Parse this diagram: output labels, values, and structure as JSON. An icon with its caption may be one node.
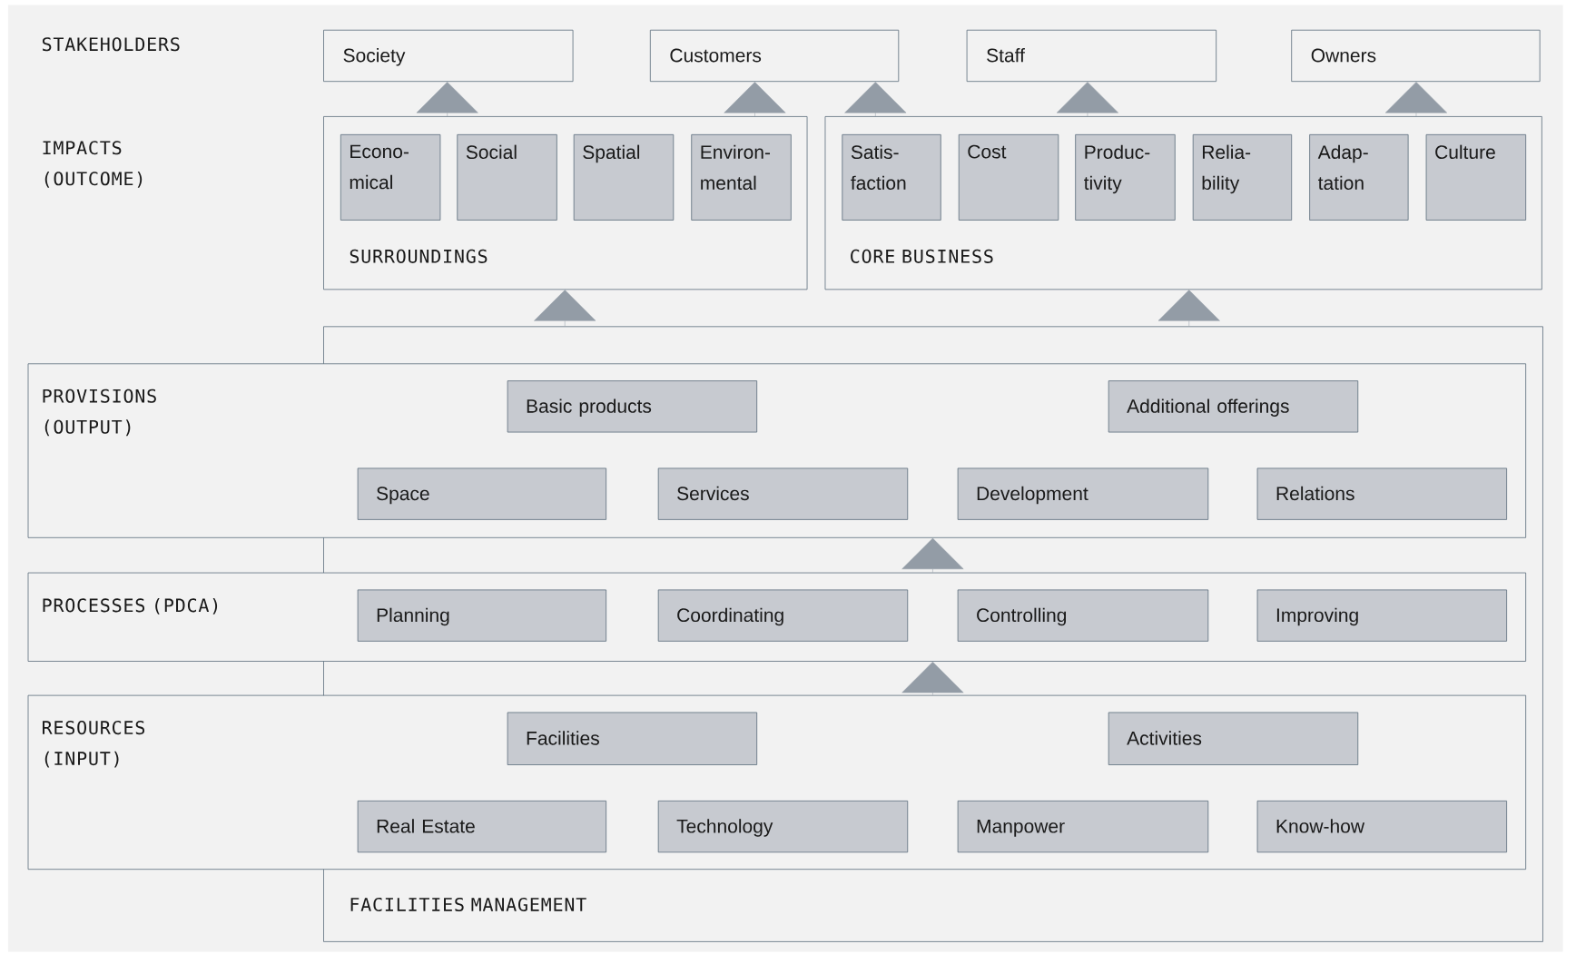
{
  "diagram": {
    "nodes": [
      {
        "text": [
          "Society"
        ]
      },
      {
        "text": [
          "Customers"
        ]
      },
      {
        "text": [
          "Staff"
        ]
      },
      {
        "text": [
          "Owners"
        ]
      },
      {
        "text": [
          "SURROUNDINGS"
        ]
      },
      {
        "text": [
          "Econo- mical"
        ],
        "in": 4
      },
      {
        "text": [
          "Social"
        ],
        "in": 4
      },
      {
        "text": [
          "Spatial"
        ],
        "in": 4
      },
      {
        "text": [
          "Environ- mental"
        ],
        "in": 4
      },
      {
        "text": [
          "CORE BUSINESS"
        ]
      },
      {
        "text": [
          "Satis- faction"
        ],
        "in": 9
      },
      {
        "text": [
          "Cost"
        ],
        "in": 9
      },
      {
        "text": [
          "Produc- tivity"
        ],
        "in": 9
      },
      {
        "text": [
          "Relia- bility"
        ],
        "in": 9
      },
      {
        "text": [
          "Adap- tation"
        ],
        "in": 9
      },
      {
        "text": [
          "Culture"
        ],
        "in": 9
      },
      {
        "text": [
          "FACILITIES MANAGEMENT"
        ]
      },
      {
        "text": [
          "PROVISIONS (OUTPUT)"
        ]
      },
      {
        "text": [
          "Basic products"
        ],
        "in": 17
      },
      {
        "text": [
          "Additional offerings"
        ],
        "in": 17
      },
      {
        "text": [
          "Space"
        ],
        "in": 17
      },
      {
        "text": [
          "Services"
        ],
        "in": 17
      },
      {
        "text": [
          "Development"
        ],
        "in": 17
      },
      {
        "text": [
          "Relations"
        ],
        "in": 17
      },
      {
        "text": [
          "PROCESSES (PDCA)"
        ]
      },
      {
        "text": [
          "Planning"
        ],
        "in": 24
      },
      {
        "text": [
          "Coordinating"
        ],
        "in": 24
      },
      {
        "text": [
          "Controlling"
        ],
        "in": 24
      },
      {
        "text": [
          "Improving"
        ],
        "in": 24
      },
      {
        "text": [
          "RESOURCES (INPUT)"
        ]
      },
      {
        "text": [
          "Facilities"
        ],
        "in": 29
      },
      {
        "text": [
          "Activities"
        ],
        "in": 29
      },
      {
        "text": [
          "Real Estate"
        ],
        "in": 29
      },
      {
        "text": [
          "Technology"
        ],
        "in": 29
      },
      {
        "text": [
          "Manpower"
        ],
        "in": 29
      },
      {
        "text": [
          "Know-how"
        ],
        "in": 29
      }
    ],
    "edges": [
      {
        "from": 4,
        "to": 0,
        "arrow": "to"
      },
      {
        "from": 4,
        "to": 1,
        "arrow": "to"
      },
      {
        "from": 9,
        "to": 1,
        "arrow": "to"
      },
      {
        "from": 9,
        "to": 2,
        "arrow": "to"
      },
      {
        "from": 9,
        "to": 3,
        "arrow": "to"
      },
      {
        "from": 16,
        "to": 4,
        "arrow": "to"
      },
      {
        "from": 16,
        "to": 9,
        "arrow": "to"
      },
      {
        "from": 24,
        "to": 17,
        "arrow": "to"
      },
      {
        "from": 29,
        "to": 24,
        "arrow": "to"
      }
    ],
    "labels": [
      "STAKEHOLDERS",
      "IMPACTS (OUTCOME)"
    ]
  }
}
